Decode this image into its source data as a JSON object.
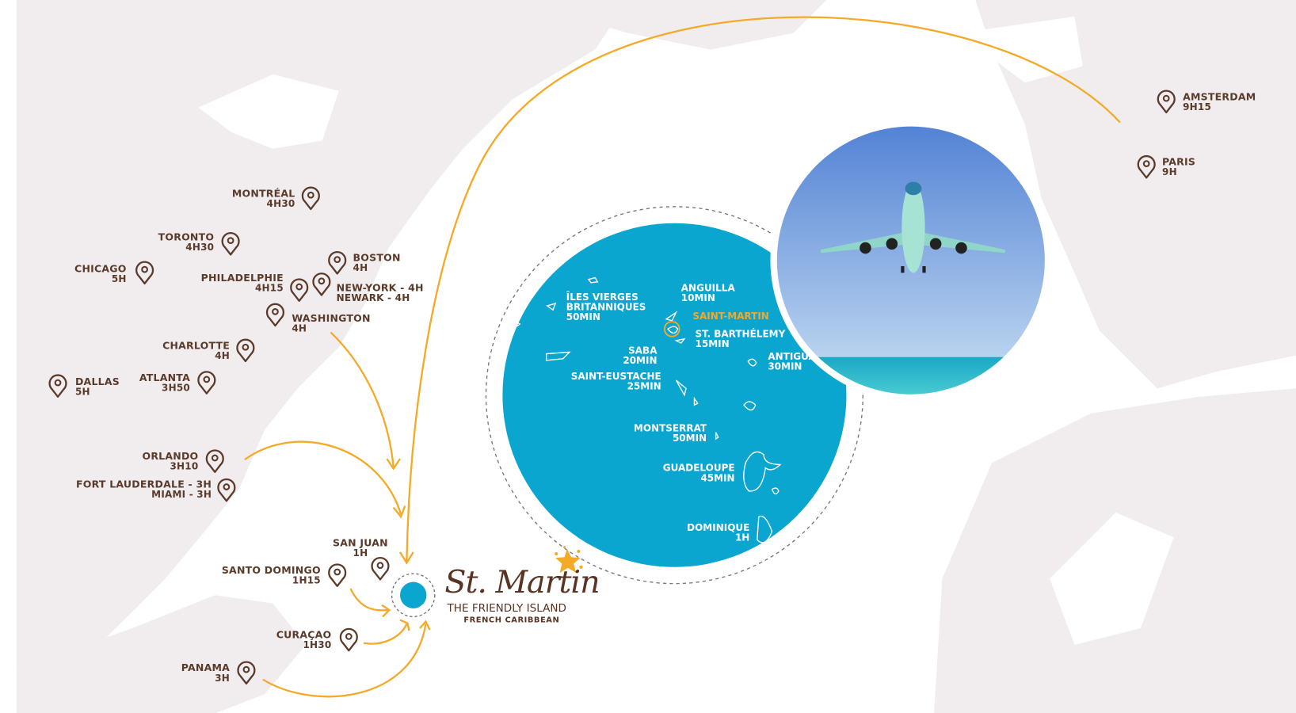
{
  "colors": {
    "route": "#f4a927",
    "brown": "#5a3a2a",
    "ocean_circle": "#0aa6d0",
    "land": "#f1edef",
    "highlight": "#f4a927"
  },
  "cities": [
    {
      "name": "MONTRÉAL",
      "time": "4H30"
    },
    {
      "name": "TORONTO",
      "time": "4H30"
    },
    {
      "name": "CHICAGO",
      "time": "5H"
    },
    {
      "name": "BOSTON",
      "time": "4H"
    },
    {
      "name": "PHILADELPHIE",
      "time": "4H15"
    },
    {
      "name": "NEW-YORK - 4H",
      "time": "NEWARK - 4H"
    },
    {
      "name": "WASHINGTON",
      "time": "4H"
    },
    {
      "name": "CHARLOTTE",
      "time": "4H"
    },
    {
      "name": "ATLANTA",
      "time": "3H50"
    },
    {
      "name": "DALLAS",
      "time": "5H"
    },
    {
      "name": "ORLANDO",
      "time": "3H10"
    },
    {
      "name": "FORT LAUDERDALE - 3H",
      "time": "MIAMI - 3H"
    },
    {
      "name": "SAN JUAN",
      "time": "1H"
    },
    {
      "name": "SANTO DOMINGO",
      "time": "1H15"
    },
    {
      "name": "CURAÇAO",
      "time": "1H30"
    },
    {
      "name": "PANAMA",
      "time": "3H"
    },
    {
      "name": "AMSTERDAM",
      "time": "9H15"
    },
    {
      "name": "PARIS",
      "time": "9H"
    }
  ],
  "islands": [
    {
      "name": "ÎLES VIERGES BRITANNIQUES",
      "time": "50MIN"
    },
    {
      "name": "ANGUILLA",
      "time": "10MIN"
    },
    {
      "name": "SAINT-MARTIN",
      "time": ""
    },
    {
      "name": "ST. BARTHÉLEMY",
      "time": "15MIN"
    },
    {
      "name": "SABA",
      "time": "20MIN"
    },
    {
      "name": "SAINT-EUSTACHE",
      "time": "25MIN"
    },
    {
      "name": "ANTIGUA",
      "time": "30MIN"
    },
    {
      "name": "MONTSERRAT",
      "time": "50MIN"
    },
    {
      "name": "GUADELOUPE",
      "time": "45MIN"
    },
    {
      "name": "DOMINIQUE",
      "time": "1H"
    }
  ],
  "logo": {
    "title": "St. Martin",
    "tagline": "THE FRIENDLY ISLAND",
    "subtitle": "FRENCH CARIBBEAN"
  }
}
